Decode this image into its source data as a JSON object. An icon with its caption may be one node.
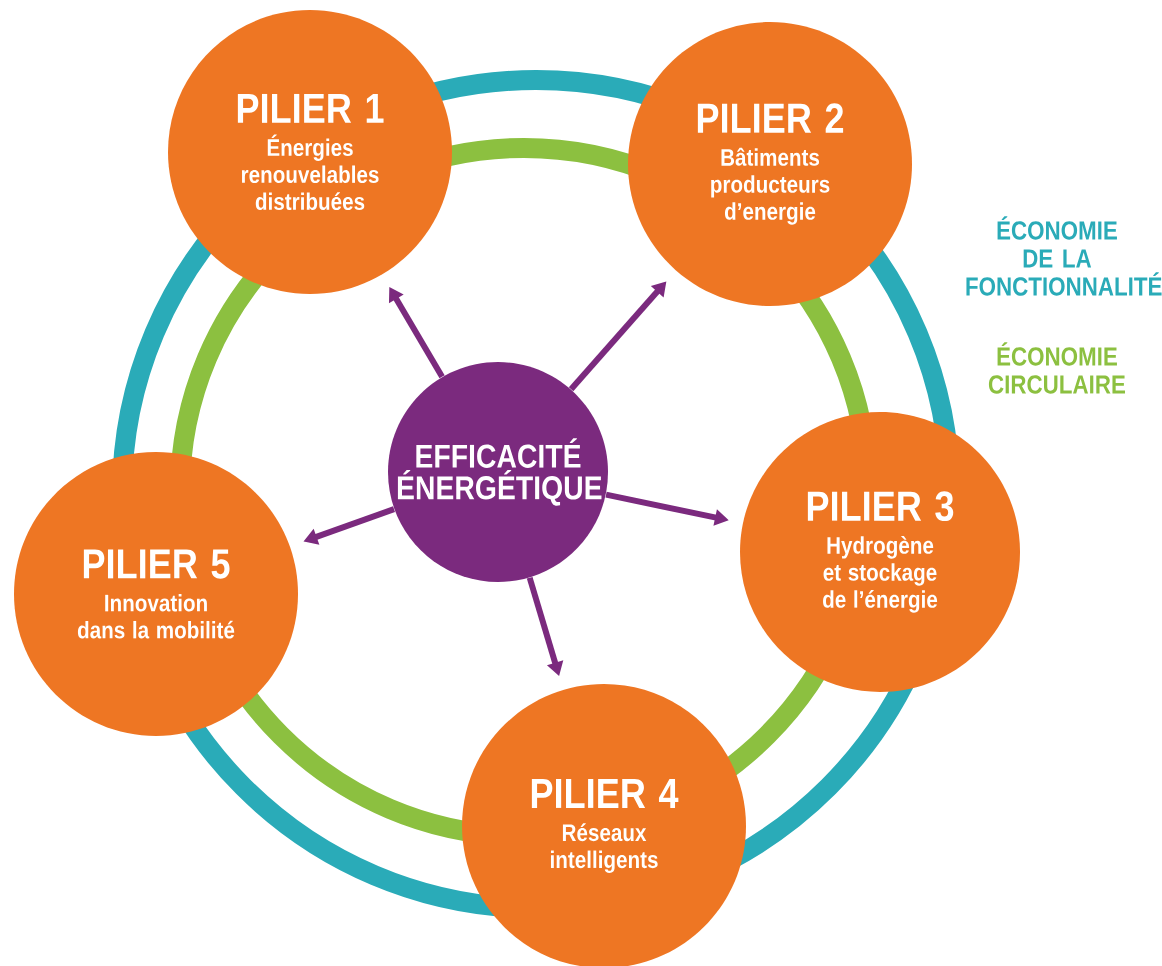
{
  "diagram": {
    "nodes": [
      {
        "text": [
          "PILIER 1",
          "Énergies renouvelables distribuées"
        ]
      },
      {
        "text": [
          "PILIER 2",
          "Bâtiments producteurs d’energie"
        ]
      },
      {
        "text": [
          "EFFICACITÉ ÉNERGÉTIQUE"
        ]
      },
      {
        "text": [
          "PILIER 3",
          "Hydrogène et stockage de l’énergie"
        ]
      },
      {
        "text": [
          "PILIER 5",
          "Innovation dans la mobilité"
        ]
      },
      {
        "text": [
          "PILIER 4",
          "Réseaux intelligents"
        ]
      }
    ],
    "edges": [
      {
        "from": 2,
        "to": 0,
        "arrow": "to"
      },
      {
        "from": 2,
        "to": 1,
        "arrow": "to"
      },
      {
        "from": 2,
        "to": 3,
        "arrow": "to"
      },
      {
        "from": 2,
        "to": 4,
        "arrow": "to"
      },
      {
        "from": 2,
        "to": 5,
        "arrow": "to"
      }
    ],
    "labels": [
      "ÉCONOMIE DE LA FONCTIONNALITÉ",
      "ÉCONOMIE CIRCULAIRE"
    ]
  }
}
